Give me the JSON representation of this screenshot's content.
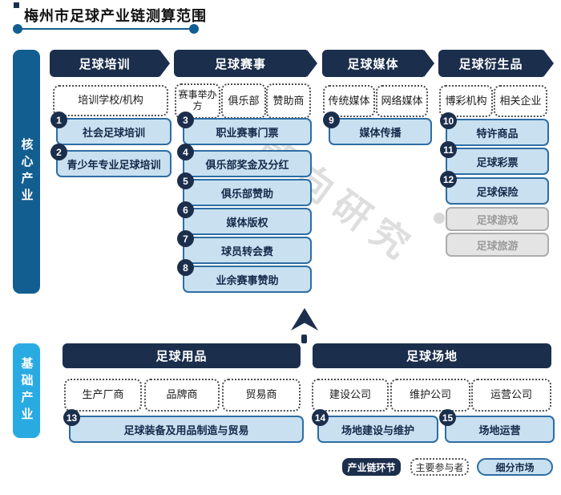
{
  "title": "梅州市足球产业链测算范围",
  "watermark": "朝向研究",
  "colors": {
    "navy": "#1b2e4c",
    "blue_bar": "#135e91",
    "cyan_bar": "#29abe2",
    "market_fill": "#c8e0f0",
    "market_border": "#2e6da4",
    "disabled_fill": "#e4e4e4",
    "disabled_text": "#9a9a9a"
  },
  "core_section": {
    "label": "核心产业",
    "columns": [
      {
        "header": "足球培训",
        "participants": [
          "培训学校/机构"
        ],
        "markets": [
          {
            "num": "1",
            "label": "社会足球培训"
          },
          {
            "num": "2",
            "label": "青少年专业足球培训"
          }
        ]
      },
      {
        "header": "足球赛事",
        "participants": [
          "赛事举办方",
          "俱乐部",
          "赞助商"
        ],
        "markets": [
          {
            "num": "3",
            "label": "职业赛事门票"
          },
          {
            "num": "4",
            "label": "俱乐部奖金及分红"
          },
          {
            "num": "5",
            "label": "俱乐部赞助"
          },
          {
            "num": "6",
            "label": "媒体版权"
          },
          {
            "num": "7",
            "label": "球员转会费"
          },
          {
            "num": "8",
            "label": "业余赛事赞助"
          }
        ]
      },
      {
        "header": "足球媒体",
        "participants": [
          "传统媒体",
          "网络媒体"
        ],
        "markets": [
          {
            "num": "9",
            "label": "媒体传播"
          }
        ]
      },
      {
        "header": "足球衍生品",
        "participants": [
          "博彩机构",
          "相关企业"
        ],
        "markets": [
          {
            "num": "10",
            "label": "特许商品"
          },
          {
            "num": "11",
            "label": "足球彩票"
          },
          {
            "num": "12",
            "label": "足球保险"
          }
        ],
        "disabled_markets": [
          "足球游戏",
          "足球旅游"
        ]
      }
    ]
  },
  "base_section": {
    "label": "基础产业",
    "columns": [
      {
        "header": "足球用品",
        "participants": [
          "生产厂商",
          "品牌商",
          "贸易商"
        ],
        "markets": [
          {
            "num": "13",
            "label": "足球装备及用品制造与贸易"
          }
        ]
      },
      {
        "header": "足球场地",
        "participants": [
          "建设公司",
          "维护公司",
          "运营公司"
        ],
        "markets": [
          {
            "num": "14",
            "label": "场地建设与维护"
          },
          {
            "num": "15",
            "label": "场地运营"
          }
        ]
      }
    ]
  },
  "legend": {
    "chain": "产业链环节",
    "participant": "主要参与者",
    "market": "细分市场"
  }
}
